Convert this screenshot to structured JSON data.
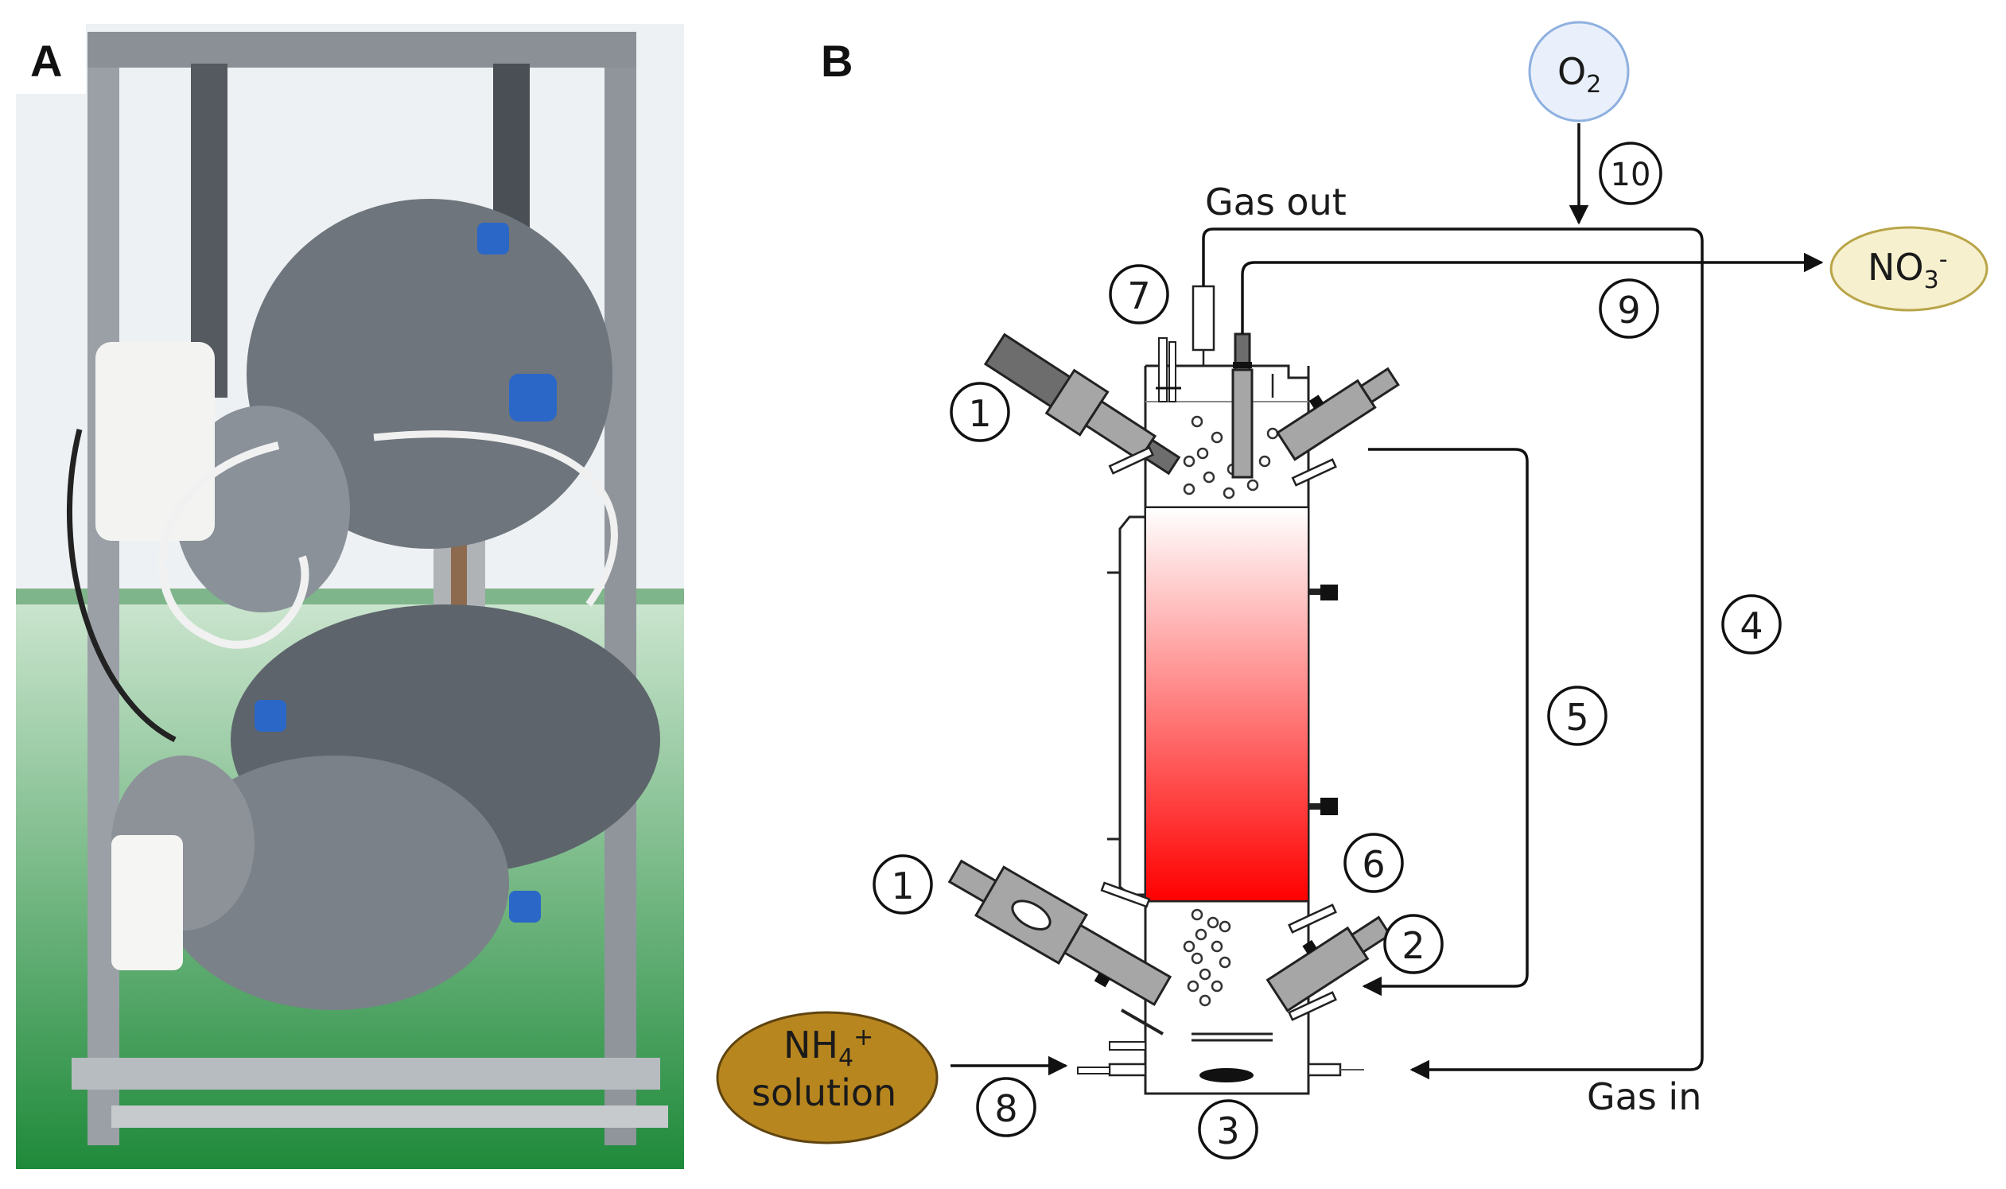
{
  "panels": {
    "a_letter": "A",
    "b_letter": "B"
  },
  "labels": {
    "gas_out": "Gas out",
    "gas_in": "Gas in",
    "o2_base": "O",
    "o2_sub": "2",
    "no3_base": "NO",
    "no3_sub": "3",
    "no3_sup": "-",
    "nh4_base": "NH",
    "nh4_sub": "4",
    "nh4_sup": "+",
    "nh4_line2": "solution"
  },
  "callouts": {
    "n1a": "1",
    "n1b": "1",
    "n2": "2",
    "n3": "3",
    "n4": "4",
    "n5": "5",
    "n6": "6",
    "n7": "7",
    "n8": "8",
    "n9": "9",
    "n10": "10"
  },
  "colors": {
    "gradient_top": "#ffffff",
    "gradient_bottom": "#ff0000",
    "o2_fill": "#e9f0fb",
    "o2_stroke": "#8eb0e0",
    "no3_fill": "#f6f0cf",
    "no3_stroke": "#b9a548",
    "nh4_fill": "#b8861f",
    "nh4_stroke": "#5f4410"
  }
}
